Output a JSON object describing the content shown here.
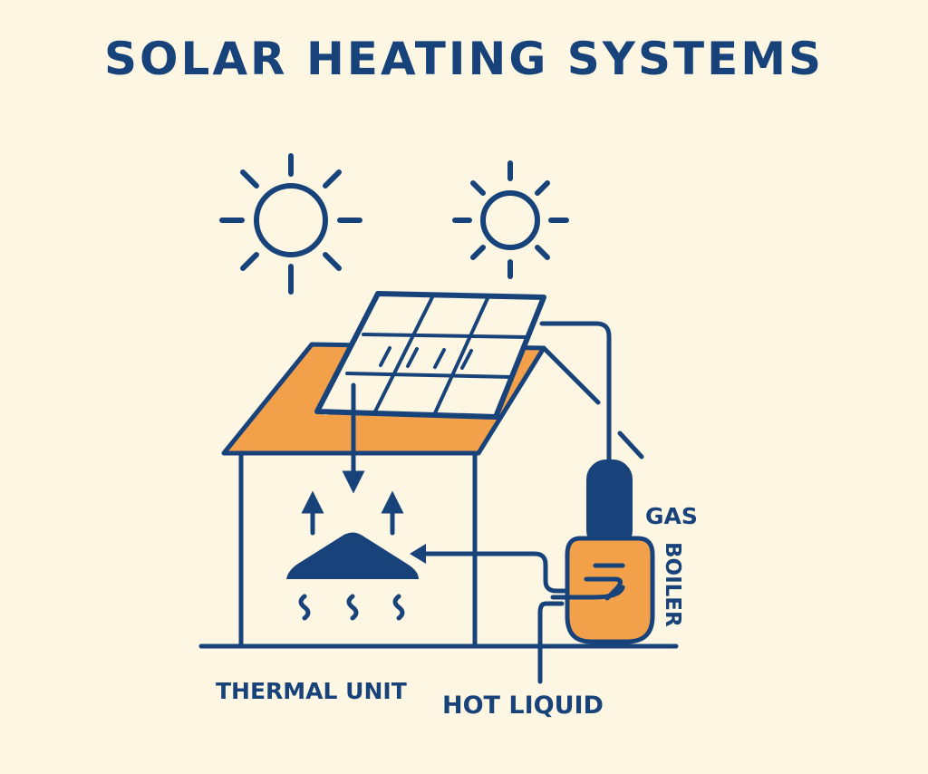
{
  "title": "SOLAR HEATING SYSTEMS",
  "labels": {
    "gas": "GAS",
    "boiler": "BOILER",
    "thermal_unit": "THERMAL UNIT",
    "hot_liquid": "HOT LIQUID"
  },
  "colors": {
    "background": "#fdf6e3",
    "navy": "#17437a",
    "orange": "#f2a04a"
  }
}
